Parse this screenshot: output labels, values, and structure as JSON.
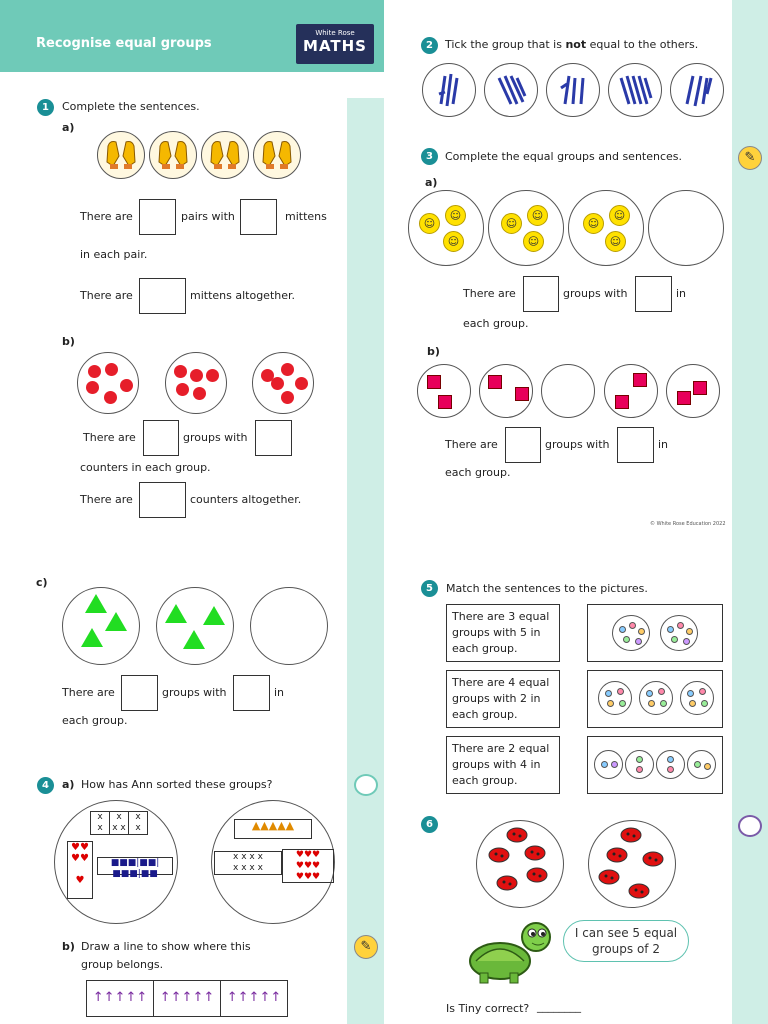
{
  "header": {
    "title": "Recognise equal groups",
    "logo_line1": "White Rose",
    "logo_line2": "MATHS"
  },
  "q1": {
    "num": "1",
    "prompt": "Complete the sentences.",
    "a_label": "a)",
    "a_s1_part1": "There are",
    "a_s1_part2": "pairs with",
    "a_s1_part3": "mittens",
    "a_s1_part4": "in each pair.",
    "a_s2_part1": "There are",
    "a_s2_part2": "mittens altogether.",
    "b_label": "b)",
    "b_s1_part1": "There are",
    "b_s1_part2": "groups with",
    "b_s1_part3": "counters in each group.",
    "b_s2_part1": "There are",
    "b_s2_part2": "counters altogether.",
    "c_label": "c)",
    "c_s1_part1": "There are",
    "c_s1_part2": "groups with",
    "c_s1_part3": "in",
    "c_s1_part4": "each group."
  },
  "q2": {
    "num": "2",
    "prompt_part1": "Tick the group that is",
    "prompt_not": "not",
    "prompt_part2": "equal to the others."
  },
  "q3": {
    "num": "3",
    "prompt": "Complete the equal groups and sentences.",
    "a_label": "a)",
    "a_s_part1": "There are",
    "a_s_part2": "groups with",
    "a_s_part3": "in",
    "a_s_part4": "each group.",
    "b_label": "b)",
    "b_s_part1": "There are",
    "b_s_part2": "groups with",
    "b_s_part3": "in",
    "b_s_part4": "each group."
  },
  "copyright": "© White Rose Education 2022",
  "q4": {
    "num": "4",
    "a_label": "a)",
    "a_prompt": "How has Ann sorted these groups?",
    "b_label": "b)",
    "b_prompt_line1": "Draw a line to show where this",
    "b_prompt_line2": "group belongs."
  },
  "q5": {
    "num": "5",
    "prompt": "Match the sentences to the pictures.",
    "sentences": [
      "There are 3 equal groups with 5 in each group.",
      "There are 4 equal groups with 2 in each group.",
      "There are 2 equal groups with 4 in each group."
    ]
  },
  "q6": {
    "num": "6",
    "speech": "I can see 5 equal groups of 2",
    "question": "Is Tiny correct?",
    "answer_line": "________"
  },
  "colors": {
    "accent": "#6fcab8",
    "qnum": "#1a8f96",
    "brand": "#25305a",
    "band": "#cfeee6"
  }
}
